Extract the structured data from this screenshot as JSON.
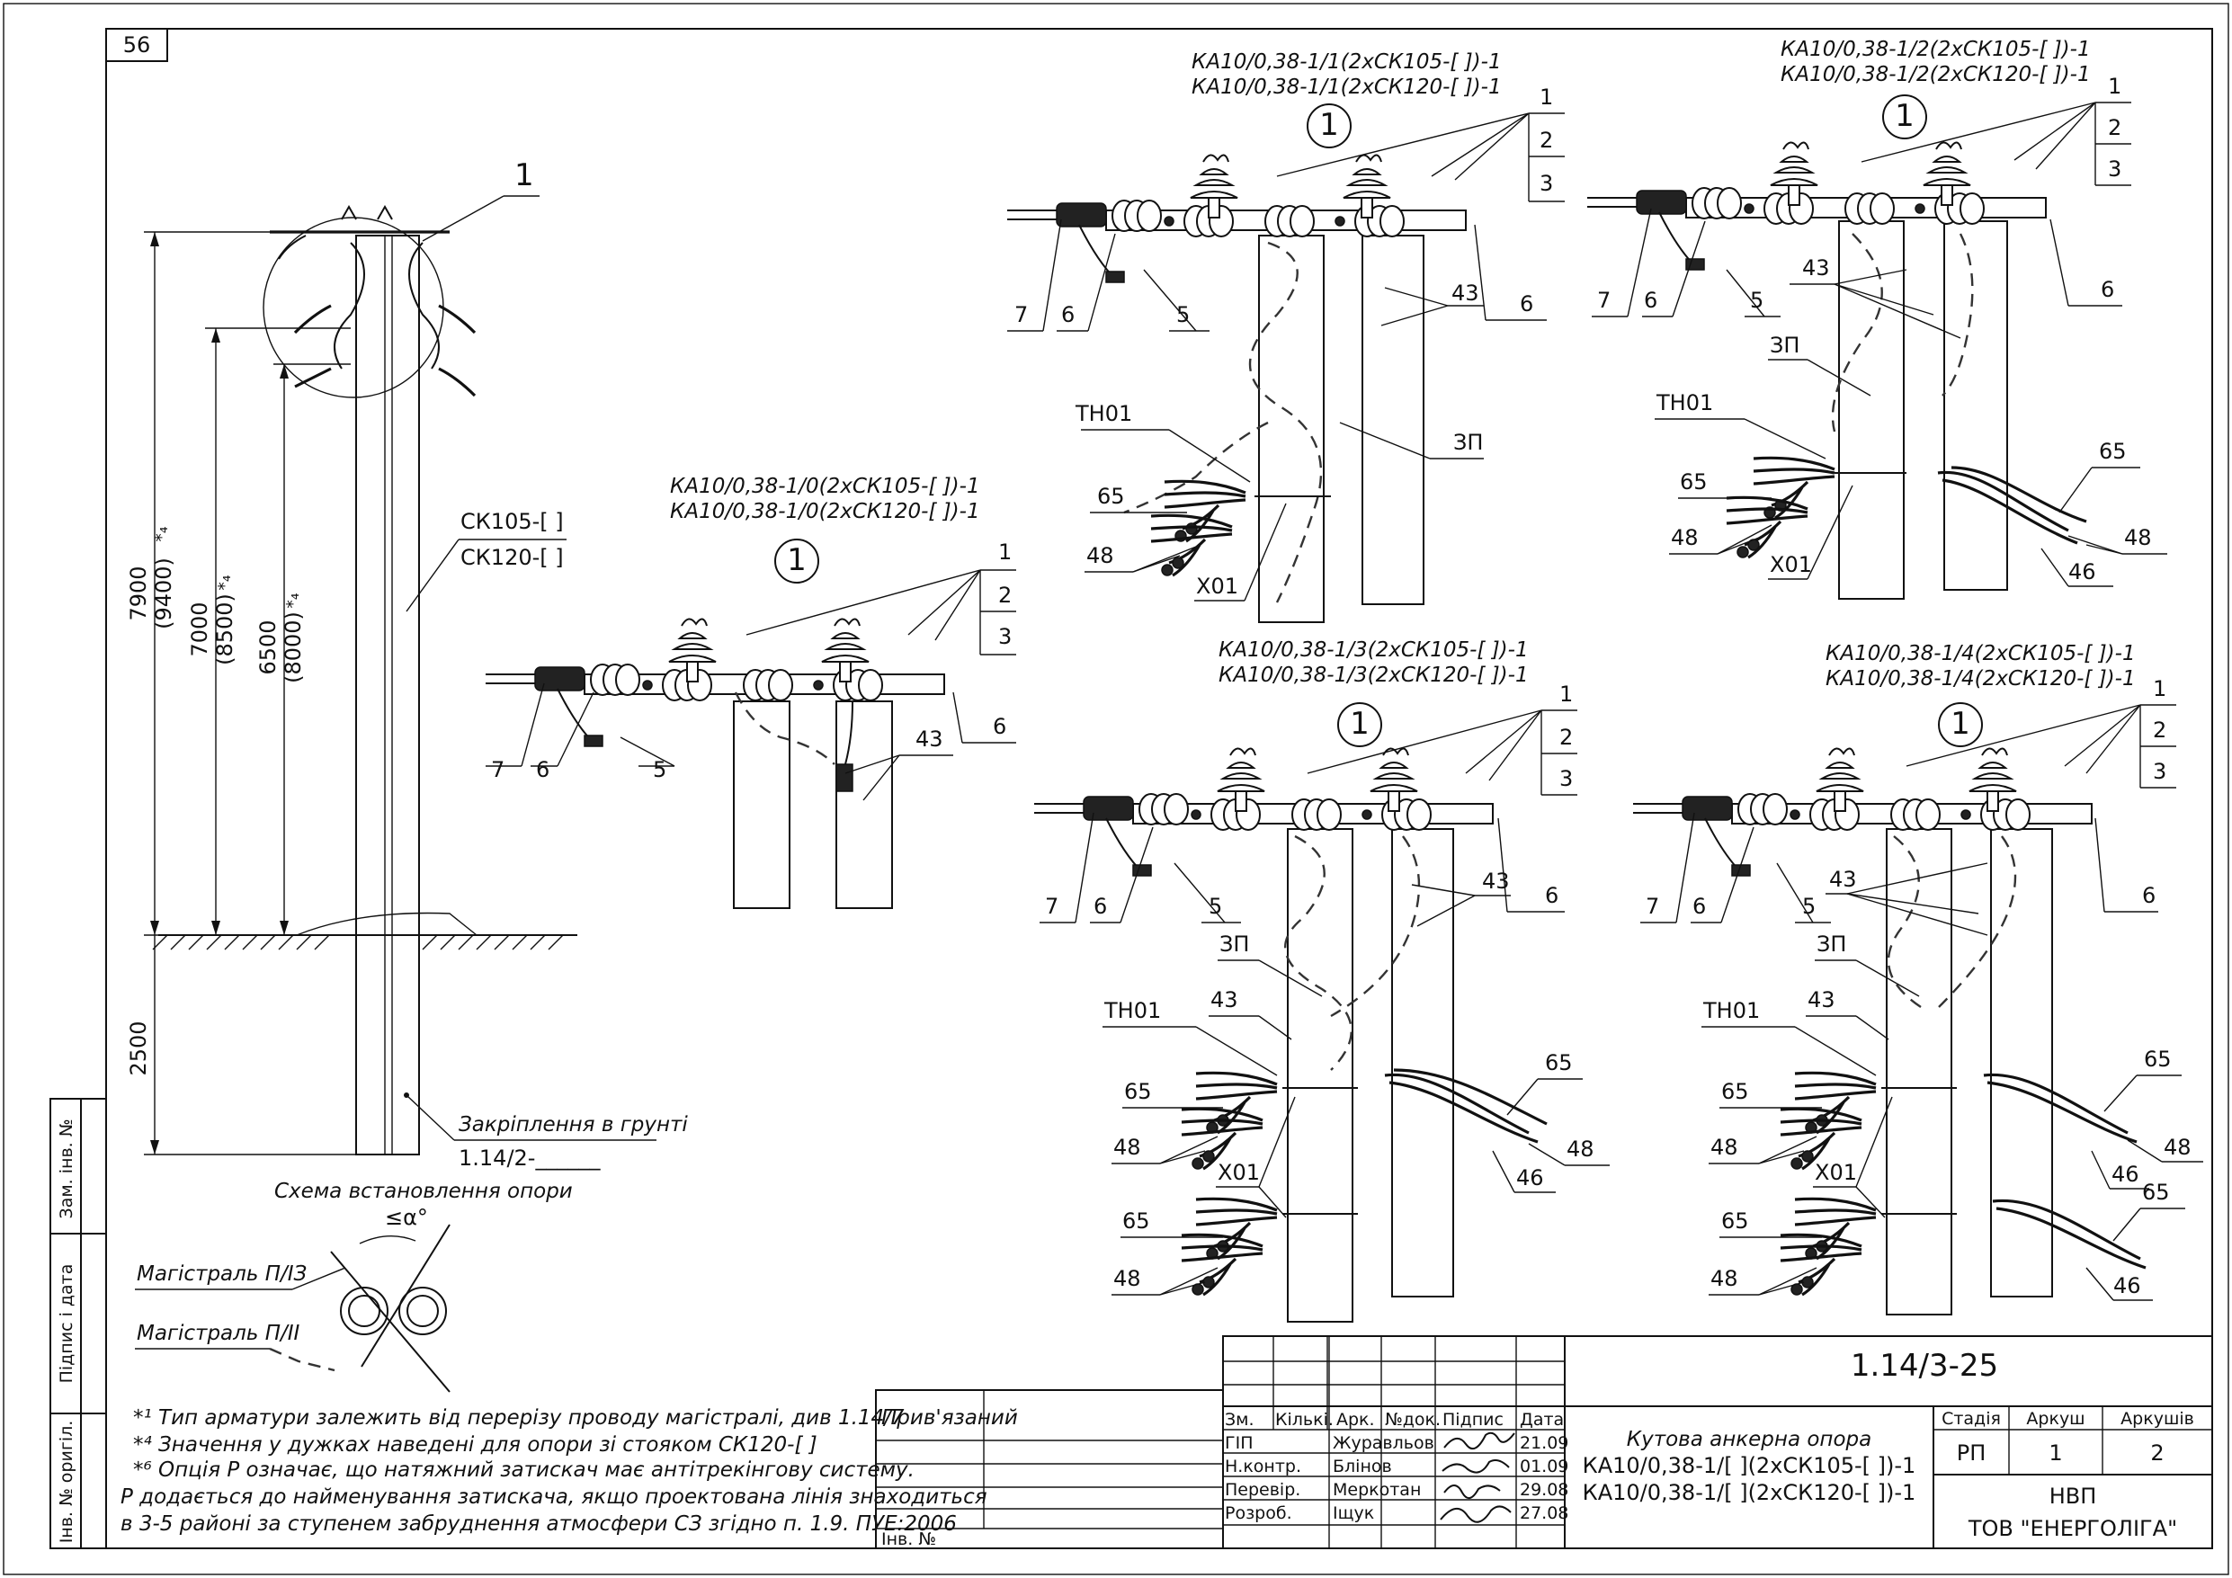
{
  "sheet_number": "56",
  "general_view": {
    "callout": "1",
    "pole_type_1": "СК105-[   ]",
    "pole_type_2": "СК120-[   ]",
    "dim_7900": "7900",
    "dim_7900_alt": "(9400)",
    "dim_7000": "7000",
    "dim_7000_alt": "(8500)",
    "dim_6500": "6500",
    "dim_6500_alt": "(8000)",
    "dim_note": "*₄",
    "dim_2500": "2500",
    "ground_fixing": "Закріплення в грунті",
    "ground_fixing_ref": "1.14/2-______"
  },
  "scheme": {
    "title": "Схема встановлення опори",
    "angle": "≤α°",
    "main_line_1": "Магістраль П/ІЗ",
    "main_line_2": "Магістраль П/ІІ"
  },
  "notes": [
    "*¹ Тип арматури залежить від перерізу проводу магістралі, див 1.14/7",
    "*⁴ Значення у дужках наведені для опори зі стояком СК120-[  ]",
    "*⁶ Опція Р означає, що натяжний затискач має антітрекінгову систему.",
    "Р додається до найменування затискача, якщо проектована лінія знаходиться",
    "в 3-5 районі за ступенем забруднення атмосфери СЗ згідно п. 1.9. ПУЕ:2006"
  ],
  "variants": [
    {
      "title1": "КА10/0,38-1/0(2хСК105-[  ])-1",
      "title2": "КА10/0,38-1/0(2хСК120-[  ])-1"
    },
    {
      "title1": "КА10/0,38-1/1(2хСК105-[  ])-1",
      "title2": "КА10/0,38-1/1(2хСК120-[  ])-1"
    },
    {
      "title1": "КА10/0,38-1/2(2хСК105-[  ])-1",
      "title2": "КА10/0,38-1/2(2хСК120-[  ])-1"
    },
    {
      "title1": "КА10/0,38-1/3(2хСК105-[  ])-1",
      "title2": "КА10/0,38-1/3(2хСК120-[  ])-1"
    },
    {
      "title1": "КА10/0,38-1/4(2хСК105-[  ])-1",
      "title2": "КА10/0,38-1/4(2хСК120-[  ])-1"
    }
  ],
  "labels": {
    "c1": "1",
    "n1": "1",
    "n2": "2",
    "n3": "3",
    "n5": "5",
    "n6": "6",
    "n7": "7",
    "n43": "43",
    "n46": "46",
    "n48": "48",
    "n65": "65",
    "tn01": "ТН01",
    "x01": "Х01",
    "zp": "ЗП"
  },
  "title_block": {
    "left_box_label": "Прив'язаний",
    "inv_label": "Інв. №",
    "side_zam": "Зам. інв. №",
    "side_sign": "Підпис і дата",
    "side_inv": "Інв. № оригіл.",
    "doc_code": "1.14/3-25",
    "headers": [
      "Зм.",
      "Кількі.",
      "Арк.",
      "№док.",
      "Підпис",
      "Дата"
    ],
    "roles": [
      {
        "role": "ГІП",
        "name": "Журавльов",
        "date": "21.09"
      },
      {
        "role": "Н.контр.",
        "name": "Блінов",
        "date": "01.09"
      },
      {
        "role": "Перевір.",
        "name": "Меркотан",
        "date": "29.08"
      },
      {
        "role": "Розроб.",
        "name": "Іщук",
        "date": "27.08"
      }
    ],
    "doc_title_1": "Кутова анкерна опора",
    "doc_title_2": "КА10/0,38-1/[  ](2хСК105-[  ])-1",
    "doc_title_3": "КА10/0,38-1/[  ](2хСК120-[  ])-1",
    "stage_h": "Стадія",
    "sheet_h": "Аркуш",
    "sheets_h": "Аркушів",
    "stage": "РП",
    "sheet": "1",
    "sheets": "2",
    "org_1": "НВП",
    "org_2": "ТОВ \"ЕНЕРГОЛІГА\""
  },
  "colors": {
    "line": "#111111",
    "paper": "#ffffff"
  }
}
